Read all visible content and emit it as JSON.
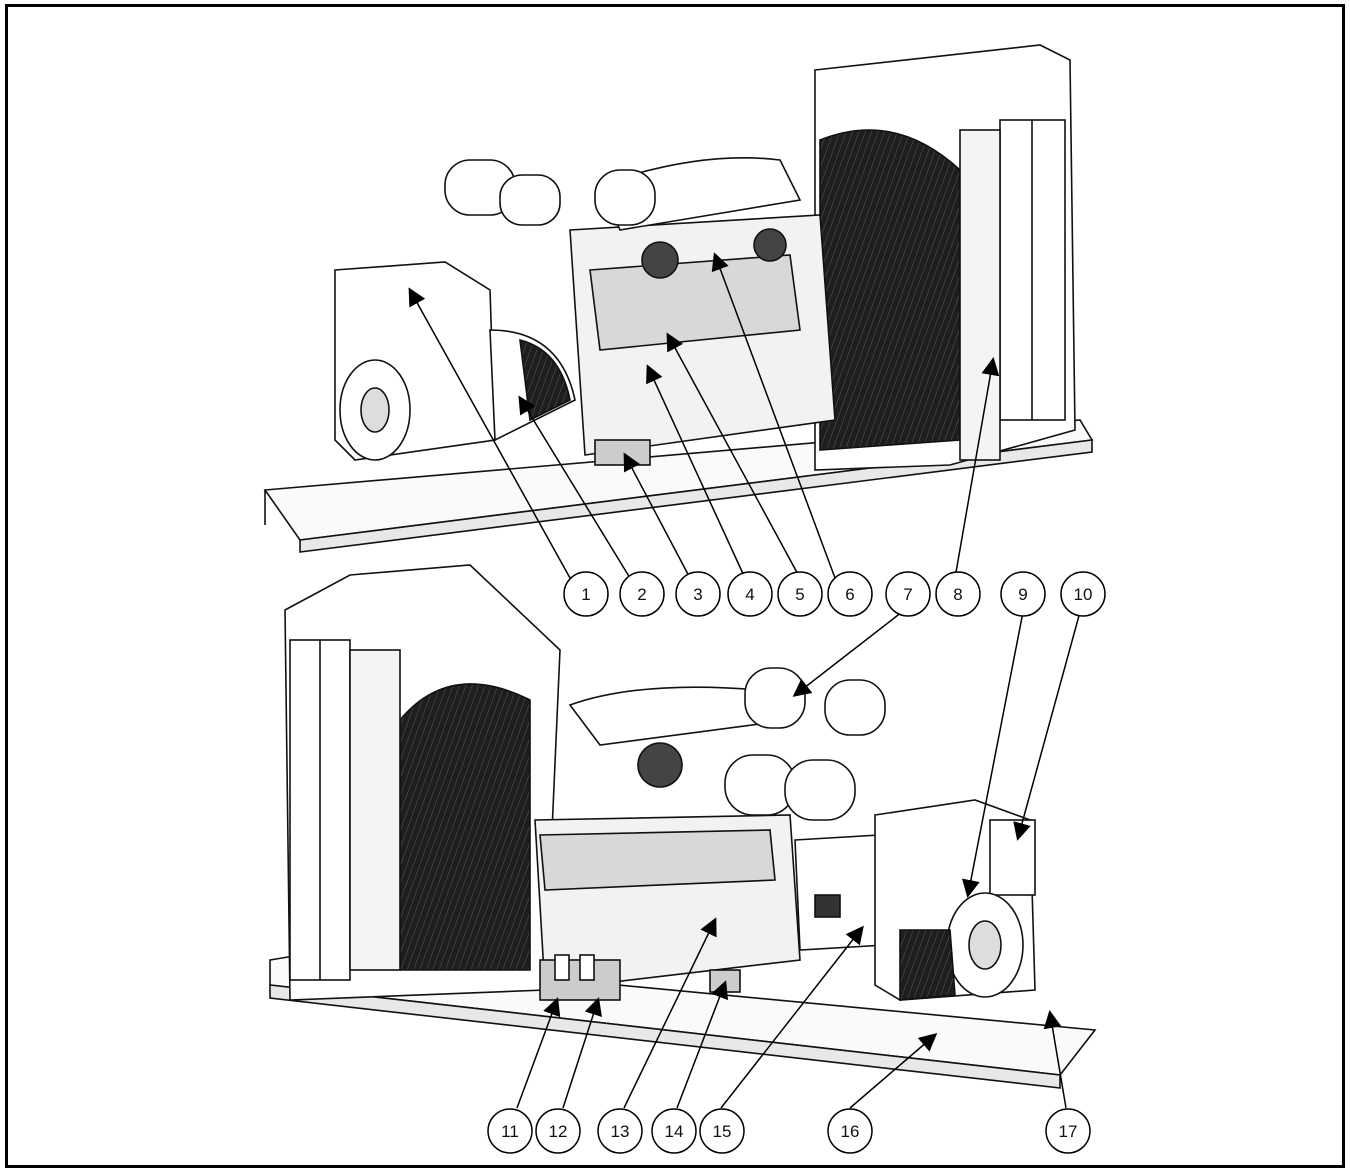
{
  "callouts": [
    {
      "n": "1"
    },
    {
      "n": "2"
    },
    {
      "n": "3"
    },
    {
      "n": "4"
    },
    {
      "n": "5"
    },
    {
      "n": "6"
    },
    {
      "n": "7"
    },
    {
      "n": "8"
    },
    {
      "n": "9"
    },
    {
      "n": "10"
    },
    {
      "n": "11"
    },
    {
      "n": "12"
    },
    {
      "n": "13"
    },
    {
      "n": "14"
    },
    {
      "n": "15"
    },
    {
      "n": "16"
    },
    {
      "n": "17"
    }
  ]
}
